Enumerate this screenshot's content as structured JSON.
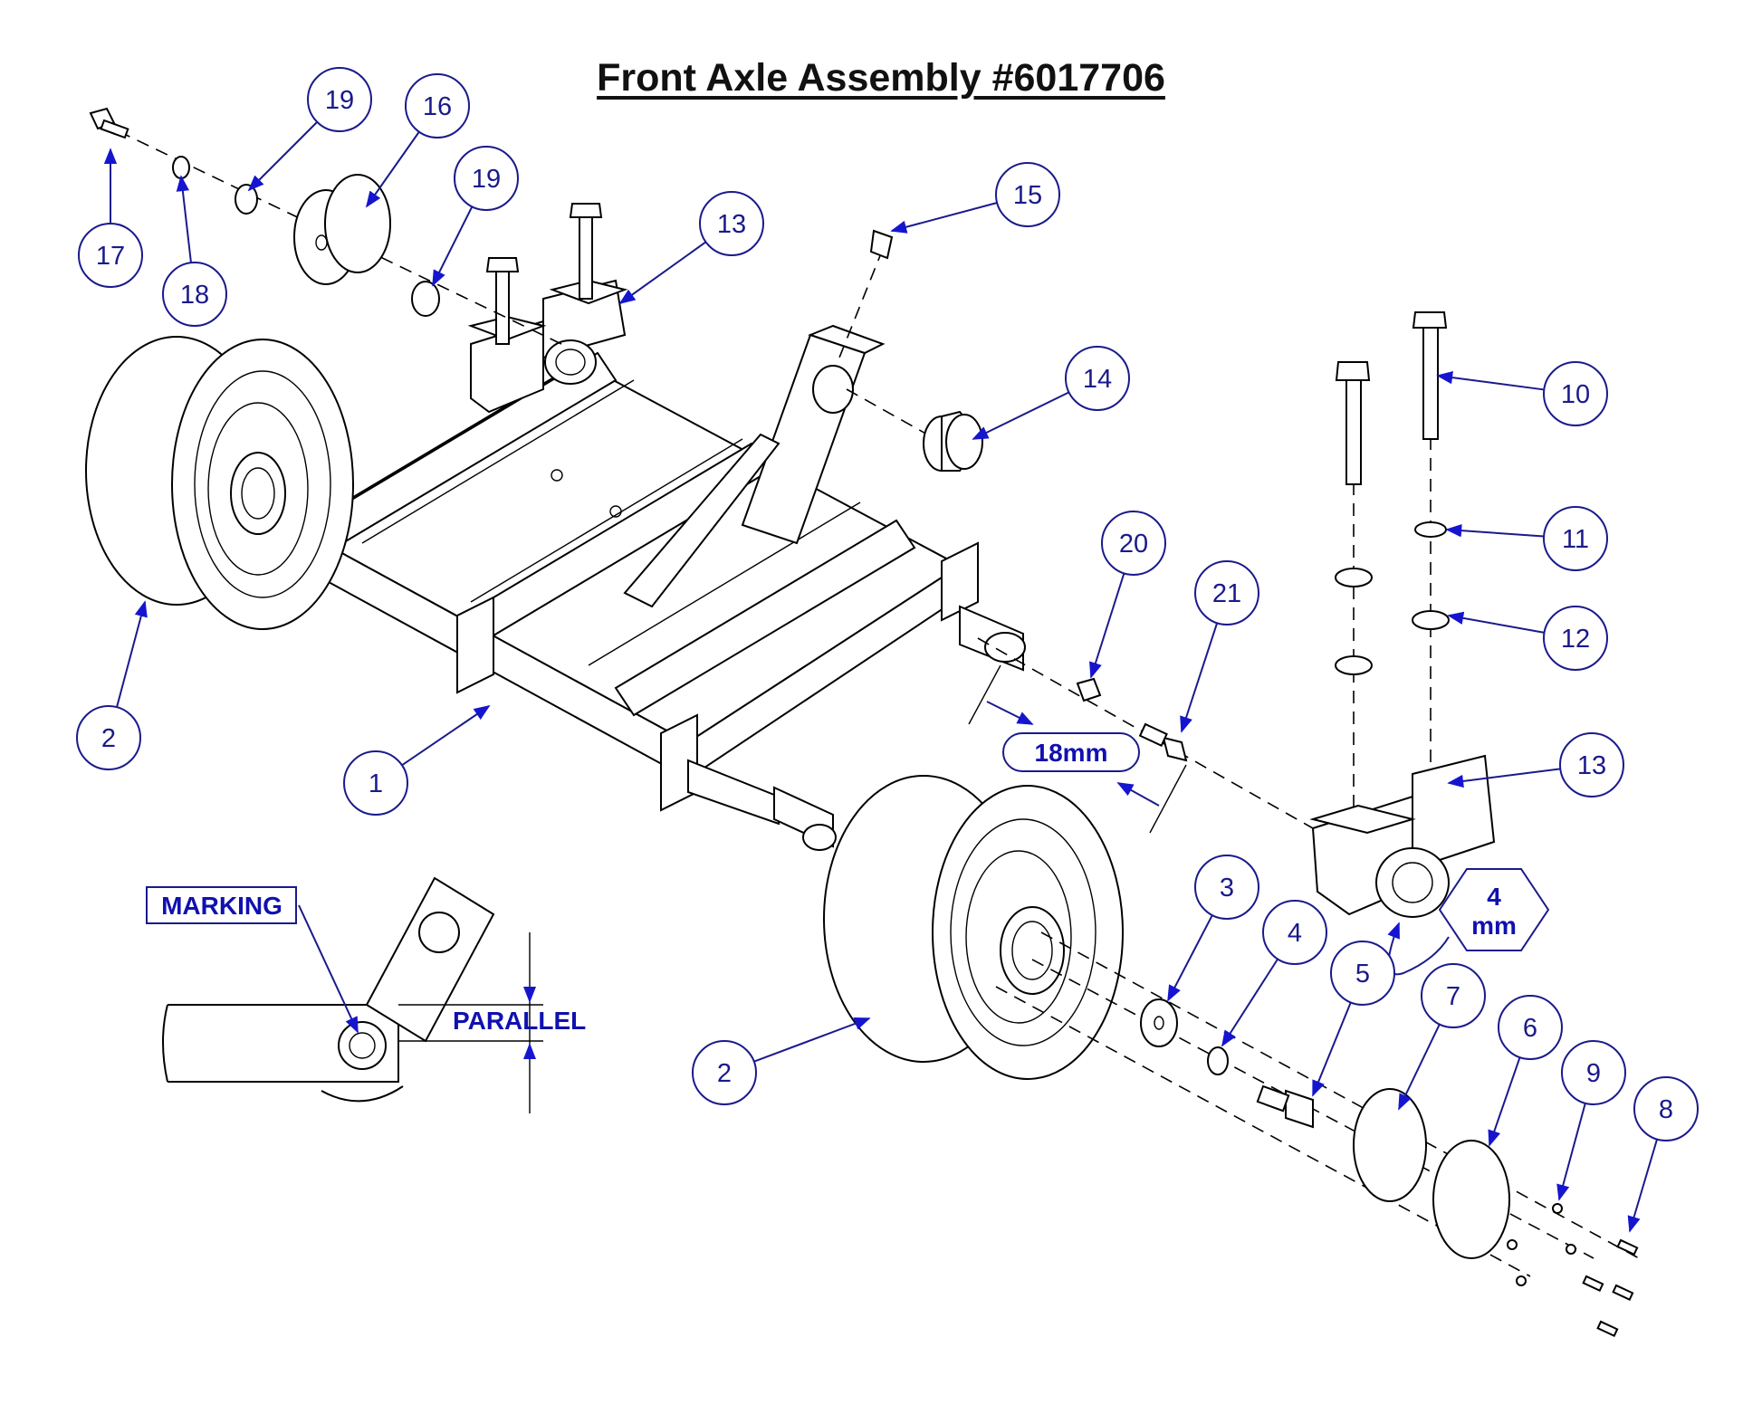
{
  "title": "Front Axle Assembly #6017706",
  "callouts": {
    "dim_18": "18mm",
    "dim_4_top": "4",
    "dim_4_bottom": "mm",
    "marking": "MARKING",
    "parallel": "PARALLEL"
  },
  "balloons": [
    {
      "id": "b1",
      "label": "1"
    },
    {
      "id": "b2a",
      "label": "2"
    },
    {
      "id": "b2b",
      "label": "2"
    },
    {
      "id": "b3",
      "label": "3"
    },
    {
      "id": "b4",
      "label": "4"
    },
    {
      "id": "b5",
      "label": "5"
    },
    {
      "id": "b6",
      "label": "6"
    },
    {
      "id": "b7",
      "label": "7"
    },
    {
      "id": "b8",
      "label": "8"
    },
    {
      "id": "b9",
      "label": "9"
    },
    {
      "id": "b10",
      "label": "10"
    },
    {
      "id": "b11",
      "label": "11"
    },
    {
      "id": "b12",
      "label": "12"
    },
    {
      "id": "b13a",
      "label": "13"
    },
    {
      "id": "b13b",
      "label": "13"
    },
    {
      "id": "b14",
      "label": "14"
    },
    {
      "id": "b15",
      "label": "15"
    },
    {
      "id": "b16",
      "label": "16"
    },
    {
      "id": "b17",
      "label": "17"
    },
    {
      "id": "b18",
      "label": "18"
    },
    {
      "id": "b19a",
      "label": "19"
    },
    {
      "id": "b19b",
      "label": "19"
    },
    {
      "id": "b20",
      "label": "20"
    },
    {
      "id": "b21",
      "label": "21"
    }
  ],
  "colors": {
    "balloon": "#1a1a8c",
    "leader": "#1a1a8c",
    "arrow": "#1515d0",
    "drawing": "#000000"
  }
}
